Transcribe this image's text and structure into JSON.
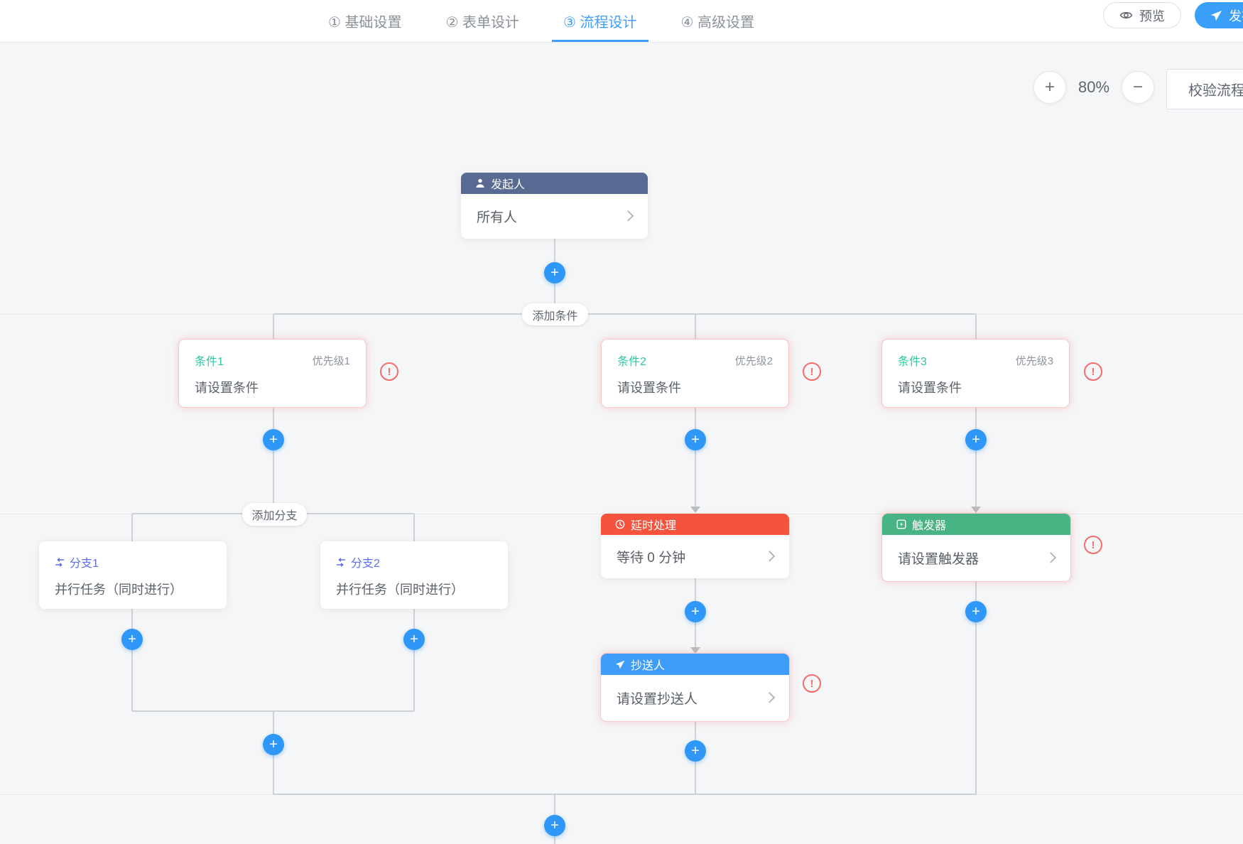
{
  "nav": {
    "tabs": [
      {
        "label": "① 基础设置",
        "active": false
      },
      {
        "label": "② 表单设计",
        "active": false
      },
      {
        "label": "③ 流程设计",
        "active": true
      },
      {
        "label": "④ 高级设置",
        "active": false
      }
    ],
    "preview_label": "预览",
    "publish_label": "发布"
  },
  "toolbar": {
    "zoom_in": "+",
    "zoom_out": "−",
    "zoom_level": "80%",
    "validate_label": "校验流程"
  },
  "flow": {
    "plus_glyph": "+",
    "warning_glyph": "!",
    "add_condition_label": "添加条件",
    "add_branch_label": "添加分支",
    "start": {
      "title": "发起人",
      "value": "所有人"
    },
    "conditions": [
      {
        "title": "条件1",
        "priority": "优先级1",
        "value": "请设置条件"
      },
      {
        "title": "条件2",
        "priority": "优先级2",
        "value": "请设置条件"
      },
      {
        "title": "条件3",
        "priority": "优先级3",
        "value": "请设置条件"
      }
    ],
    "branches": [
      {
        "title": "分支1",
        "value": "并行任务（同时进行）"
      },
      {
        "title": "分支2",
        "value": "并行任务（同时进行）"
      }
    ],
    "delay": {
      "title": "延时处理",
      "value": "等待 0 分钟"
    },
    "cc": {
      "title": "抄送人",
      "value": "请设置抄送人"
    },
    "trigger": {
      "title": "触发器",
      "value": "请设置触发器"
    }
  },
  "colors": {
    "accent_blue": "#409eff",
    "plus_blue": "#2e97f8",
    "start_header": "#596a92",
    "delay_header": "#f5533d",
    "cc_header": "#3f9cf8",
    "trigger_header": "#49b483",
    "condition_title": "#2bc7a4",
    "branch_title": "#5f6ee8",
    "error_red": "#f56c6c",
    "connector_gray": "#ced1d5"
  }
}
